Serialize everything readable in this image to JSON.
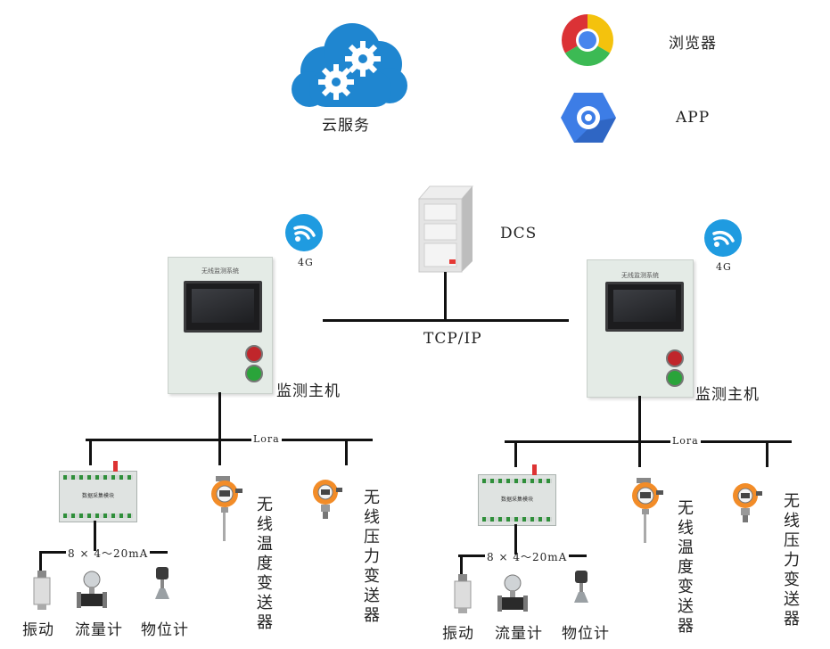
{
  "cloud": {
    "label": "云服务",
    "icon": "cloud-gears-icon"
  },
  "browser": {
    "label": "浏览器",
    "icon": "chrome-icon"
  },
  "app": {
    "label": "APP",
    "icon": "app-camera-icon"
  },
  "dcs": {
    "label": "DCS",
    "icon": "server-icon"
  },
  "network": {
    "label": "TCP/IP"
  },
  "hosts": [
    {
      "label": "监测主机",
      "panel_title": "无线监测系统",
      "wireless_label": "4G",
      "bus_label": "Lora",
      "module_label": "8 × 4～20mA",
      "module_name": "数据采集模块",
      "temp_sensor": "无线温度变送器",
      "pressure_sensor": "无线压力变送器",
      "field_devices": {
        "vibration": "振动",
        "flow": "流量计",
        "level": "物位计"
      }
    },
    {
      "label": "监测主机",
      "panel_title": "无线监测系统",
      "wireless_label": "4G",
      "bus_label": "Lora",
      "module_label": "8 × 4～20mA",
      "module_name": "数据采集模块",
      "temp_sensor": "无线温度变送器",
      "pressure_sensor": "无线压力变送器",
      "field_devices": {
        "vibration": "振动",
        "flow": "流量计",
        "level": "物位计"
      }
    }
  ],
  "colors": {
    "cloud": "#1f86d0",
    "wifi": "#1f9be0",
    "line": "#111111",
    "cabinet": "#e4ebe6"
  }
}
